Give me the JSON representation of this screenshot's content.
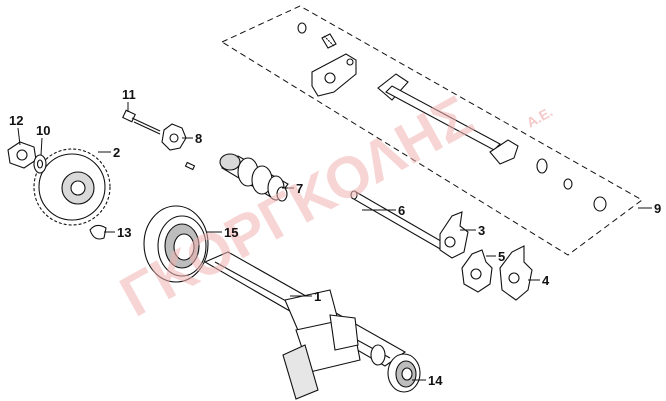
{
  "watermark": {
    "main": "ΓΚΟΡΓΚΟΛΗΣ",
    "suffix": "Α.Ε."
  },
  "callouts": [
    {
      "id": "c1",
      "label": "1"
    },
    {
      "id": "c2",
      "label": "2"
    },
    {
      "id": "c3",
      "label": "3"
    },
    {
      "id": "c4",
      "label": "4"
    },
    {
      "id": "c5",
      "label": "5"
    },
    {
      "id": "c6",
      "label": "6"
    },
    {
      "id": "c7",
      "label": "7"
    },
    {
      "id": "c8",
      "label": "8"
    },
    {
      "id": "c9",
      "label": "9"
    },
    {
      "id": "c10",
      "label": "10"
    },
    {
      "id": "c11",
      "label": "11"
    },
    {
      "id": "c12",
      "label": "12"
    },
    {
      "id": "c13",
      "label": "13"
    },
    {
      "id": "c14",
      "label": "14"
    },
    {
      "id": "c15",
      "label": "15"
    }
  ],
  "colors": {
    "ink": "#111111",
    "part_fill": "#ffffff",
    "shade": "#bdbdbd",
    "watermark": "#f2b3b3"
  }
}
